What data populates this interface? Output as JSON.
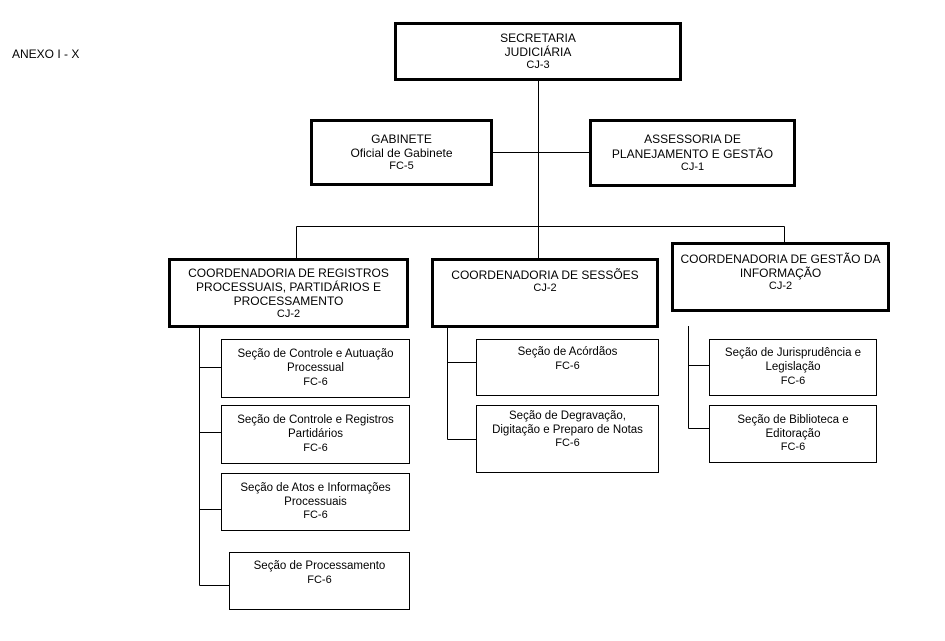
{
  "annex_label": "ANEXO I - X",
  "org": {
    "secretaria": {
      "line1": "SECRETARIA",
      "line2": "JUDICIÁRIA",
      "code": "CJ-3"
    },
    "gabinete": {
      "line1": "GABINETE",
      "line2": "Oficial de Gabinete",
      "code": "FC-5"
    },
    "assessoria": {
      "line1": "ASSESSORIA DE",
      "line2": "PLANEJAMENTO E GESTÃO",
      "code": "CJ-1"
    },
    "coord_registros": {
      "line1": "COORDENADORIA DE REGISTROS",
      "line2": "PROCESSUAIS, PARTIDÁRIOS E",
      "line3": "PROCESSAMENTO",
      "code": "CJ-2",
      "sections": [
        {
          "line1": "Seção de Controle e Autuação",
          "line2": "Processual",
          "code": "FC-6"
        },
        {
          "line1": "Seção de Controle e Registros",
          "line2": "Partidários",
          "code": "FC-6"
        },
        {
          "line1": "Seção de Atos e Informações",
          "line2": "Processuais",
          "code": "FC-6"
        },
        {
          "line1": "Seção de Processamento",
          "code": "FC-6"
        }
      ]
    },
    "coord_sessoes": {
      "line1": "COORDENADORIA DE SESSÕES",
      "code": "CJ-2",
      "sections": [
        {
          "line1": "Seção de Acórdãos",
          "code": "FC-6"
        },
        {
          "line1": "Seção de Degravação,",
          "line2": "Digitação e Preparo de Notas",
          "code": "FC-6"
        }
      ]
    },
    "coord_gestao": {
      "line1": "COORDENADORIA DE GESTÃO DA",
      "line2": "INFORMAÇÃO",
      "code": "CJ-2",
      "sections": [
        {
          "line1": "Seção de Jurisprudência e",
          "line2": "Legislação",
          "code": "FC-6"
        },
        {
          "line1": "Seção de Biblioteca e",
          "line2": "Editoração",
          "code": "FC-6"
        }
      ]
    }
  }
}
